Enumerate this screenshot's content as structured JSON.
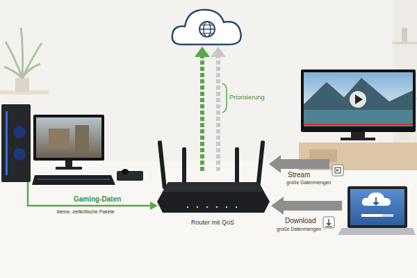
{
  "diagram": {
    "nodes": [
      {
        "text": [
          "Router mit QoS"
        ]
      }
    ],
    "labels": [
      "Priorisierung",
      "Gaming-Daten",
      "kleine, zeitkritische Pakete",
      "Stream",
      "große Datenmengen",
      "Download",
      "große Datenmengen"
    ]
  }
}
